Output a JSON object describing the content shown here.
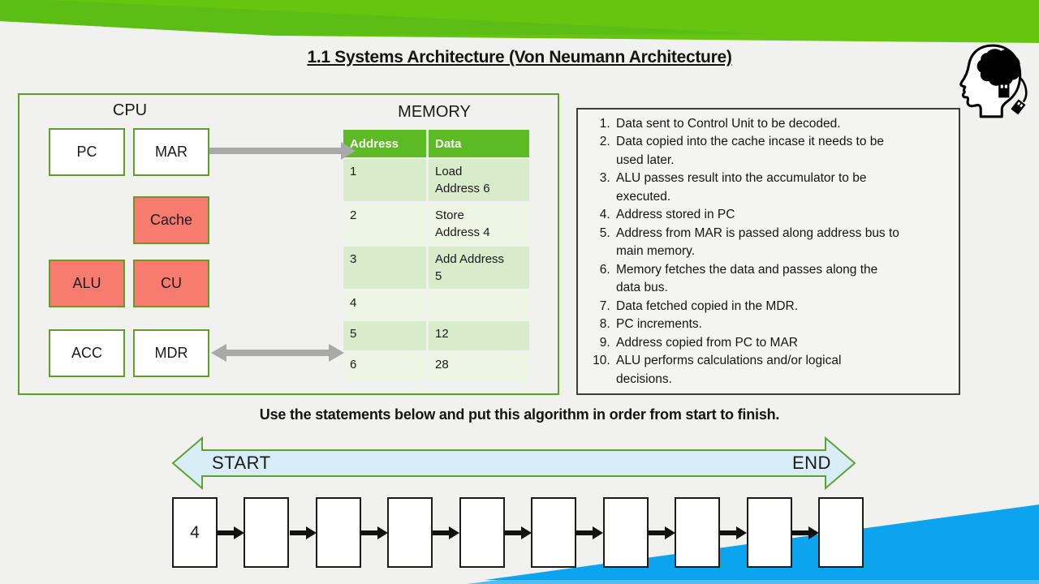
{
  "slide": {
    "title": "1.1 Systems Architecture (Von Neumann Architecture)",
    "instruction": "Use the statements below and put this algorithm in order from start to finish."
  },
  "cpu": {
    "label": "CPU",
    "boxes": [
      {
        "label": "PC",
        "highlighted": false
      },
      {
        "label": "MAR",
        "highlighted": false
      },
      {
        "label": "Cache",
        "highlighted": true
      },
      {
        "label": "ALU",
        "highlighted": true
      },
      {
        "label": "CU",
        "highlighted": true
      },
      {
        "label": "ACC",
        "highlighted": false
      },
      {
        "label": "MDR",
        "highlighted": false
      }
    ]
  },
  "memory": {
    "label": "MEMORY",
    "columns": [
      "Address",
      "Data"
    ],
    "rows": [
      {
        "address": "1",
        "data": "Load\nAddress 6"
      },
      {
        "address": "2",
        "data": "Store\nAddress 4"
      },
      {
        "address": "3",
        "data": "Add Address\n5"
      },
      {
        "address": "4",
        "data": ""
      },
      {
        "address": "5",
        "data": "12"
      },
      {
        "address": "6",
        "data": "28"
      }
    ]
  },
  "statements": [
    "Data sent to Control Unit to be decoded.",
    "Data copied into the cache incase it needs to be\nused later.",
    "ALU passes result into the accumulator to be\nexecuted.",
    "Address stored in PC",
    "Address from MAR is passed along address bus to\nmain memory.",
    "Memory fetches the data and passes along the\ndata bus.",
    "Data fetched copied in the MDR.",
    "PC increments.",
    "Address copied from PC to MAR",
    "ALU performs calculations and/or logical\ndecisions."
  ],
  "timeline": {
    "start": "START",
    "end": "END"
  },
  "sequence": {
    "values": [
      "4",
      "",
      "",
      "",
      "",
      "",
      "",
      "",
      "",
      ""
    ]
  },
  "icons": {
    "top_right": "head-brain-usb-icon"
  },
  "colors": {
    "banner_green": "#66C60F",
    "banner_green_dark": "#5CBE14",
    "table_header_green": "#5CBA25",
    "table_row_green_dark": "#D8EBCA",
    "table_row_green_light": "#EDF5E4",
    "register_highlight_salmon": "#F87B70",
    "green_border": "#5F9E28",
    "bus_arrow_gray": "#A9A9A9",
    "timeline_fill_blue": "#D9EDF8",
    "timeline_border_green": "#5FA033",
    "corner_triangle_blue": "#0CA4EE",
    "corner_triangle_light_blue": "#53BFF1"
  }
}
